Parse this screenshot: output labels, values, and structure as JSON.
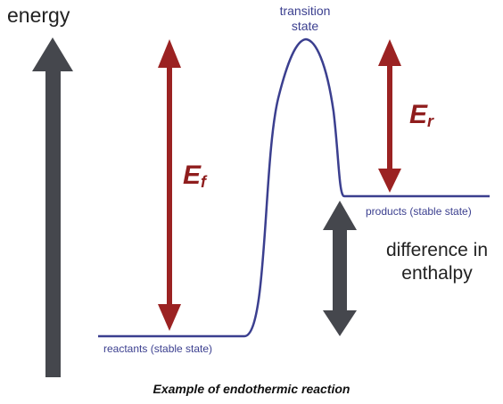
{
  "labels": {
    "axis": "energy",
    "transition_state": "transition\nstate",
    "reactants": "reactants (stable state)",
    "products": "products (stable state)",
    "ef_main": "E",
    "ef_sub": "f",
    "er_main": "E",
    "er_sub": "r",
    "difference": "difference in enthalpy",
    "caption": "Example of endothermic reaction"
  },
  "colors": {
    "curve": "#3b3f8f",
    "activation_arrows": "#9b2222",
    "dark_arrows": "#45474d"
  }
}
